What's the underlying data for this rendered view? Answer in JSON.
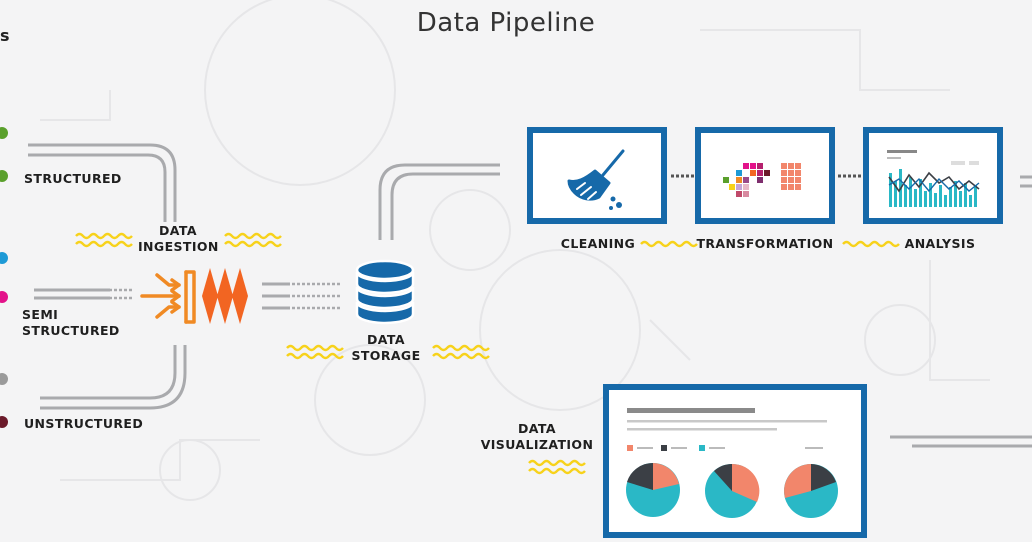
{
  "title": "Data Pipeline",
  "header_fragment": "s",
  "sources": [
    {
      "label": "STRUCTURED"
    },
    {
      "label": "SEMI STRUCTURED"
    },
    {
      "label": "UNSTRUCTURED"
    }
  ],
  "stages": {
    "ingestion": "DATA INGESTION",
    "storage": "DATA STORAGE",
    "cleaning": "CLEANING",
    "transformation": "TRANSFORMATION",
    "analysis": "ANALYSIS",
    "visualization": "DATA VISUALIZATION"
  },
  "colors": {
    "panel_border": "#1669a9",
    "accent_orange": "#f08a24",
    "diamond_orange": "#f26522",
    "wave_yellow": "#f7d21b",
    "chart_teal": "#2ab8c6",
    "chart_salmon": "#f2866b",
    "chart_dark": "#3b3f45",
    "dot_green": "#5aa02c",
    "dot_blue": "#1e9ad6",
    "dot_magenta": "#e3128a",
    "dot_gray": "#9a9a9a",
    "dot_maroon": "#6b1a2a"
  },
  "icons": {
    "cleaning": "broom-icon",
    "transformation": "pixel-grid-icon",
    "analysis": "bar-line-chart-icon",
    "storage": "database-icon",
    "ingestion": "funnel-arrows-icon"
  }
}
